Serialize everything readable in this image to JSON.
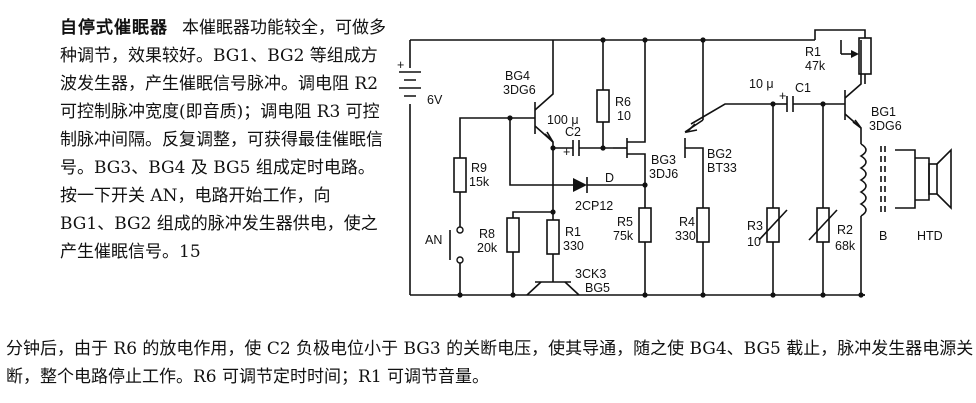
{
  "article": {
    "title": "自停式催眠器",
    "intro": "本催眠器功能较全，可做多种调节，效果较好。BG1、BG2 等组成方波发生器，产生催眠信号脉冲。调电阻 R2 可控制脉冲宽度(即音质)；调电阻 R3 可控制脉冲间隔。反复调整，可获得最佳催眠信号。BG3、BG4 及 BG5 组成定时电路。按一下开关 AN，电路开始工作，向 BG1、BG2 组成的脉冲发生器供电，使之产生催眠信号。15",
    "continuation": "分钟后，由于 R6 的放电作用，使 C2 负极电位小于 BG3 的关断电压，使其导通，随之使 BG4、BG5 截止，脉冲发生器电源关断，整个电路停止工作。R6 可调节定时时间；R1 可调节音量。"
  },
  "schematic": {
    "battery": {
      "plus": "+",
      "value": "6V"
    },
    "bg4": {
      "name": "BG4",
      "type": "3DG6"
    },
    "c2": {
      "value": "100 μ",
      "plus": "+",
      "name": "C2"
    },
    "r6": {
      "name": "R6",
      "value": "10"
    },
    "bg3": {
      "name": "BG3",
      "type": "3DJ6"
    },
    "r9": {
      "name": "R9",
      "value": "15k"
    },
    "diode": {
      "name": "D",
      "type": "2CP12"
    },
    "an": {
      "name": "AN"
    },
    "r8": {
      "name": "R8",
      "value": "20k"
    },
    "r1b": {
      "name": "R1",
      "value": "330"
    },
    "bg5": {
      "type": "3CK3",
      "name": "BG5"
    },
    "r5": {
      "name": "R5",
      "value": "75k"
    },
    "r4": {
      "name": "R4",
      "value": "330"
    },
    "bg2": {
      "name": "BG2",
      "type": "BT33"
    },
    "c1": {
      "value": "10 μ",
      "plus": "+",
      "name": "C1"
    },
    "r3": {
      "name": "R3",
      "value": "10"
    },
    "r2": {
      "name": "R2",
      "value": "68k"
    },
    "r1": {
      "name": "R1",
      "value": "47k"
    },
    "bg1": {
      "name": "BG1",
      "type": "3DG6"
    },
    "transformer": {
      "name": "B"
    },
    "speaker": {
      "name": "HTD"
    }
  }
}
